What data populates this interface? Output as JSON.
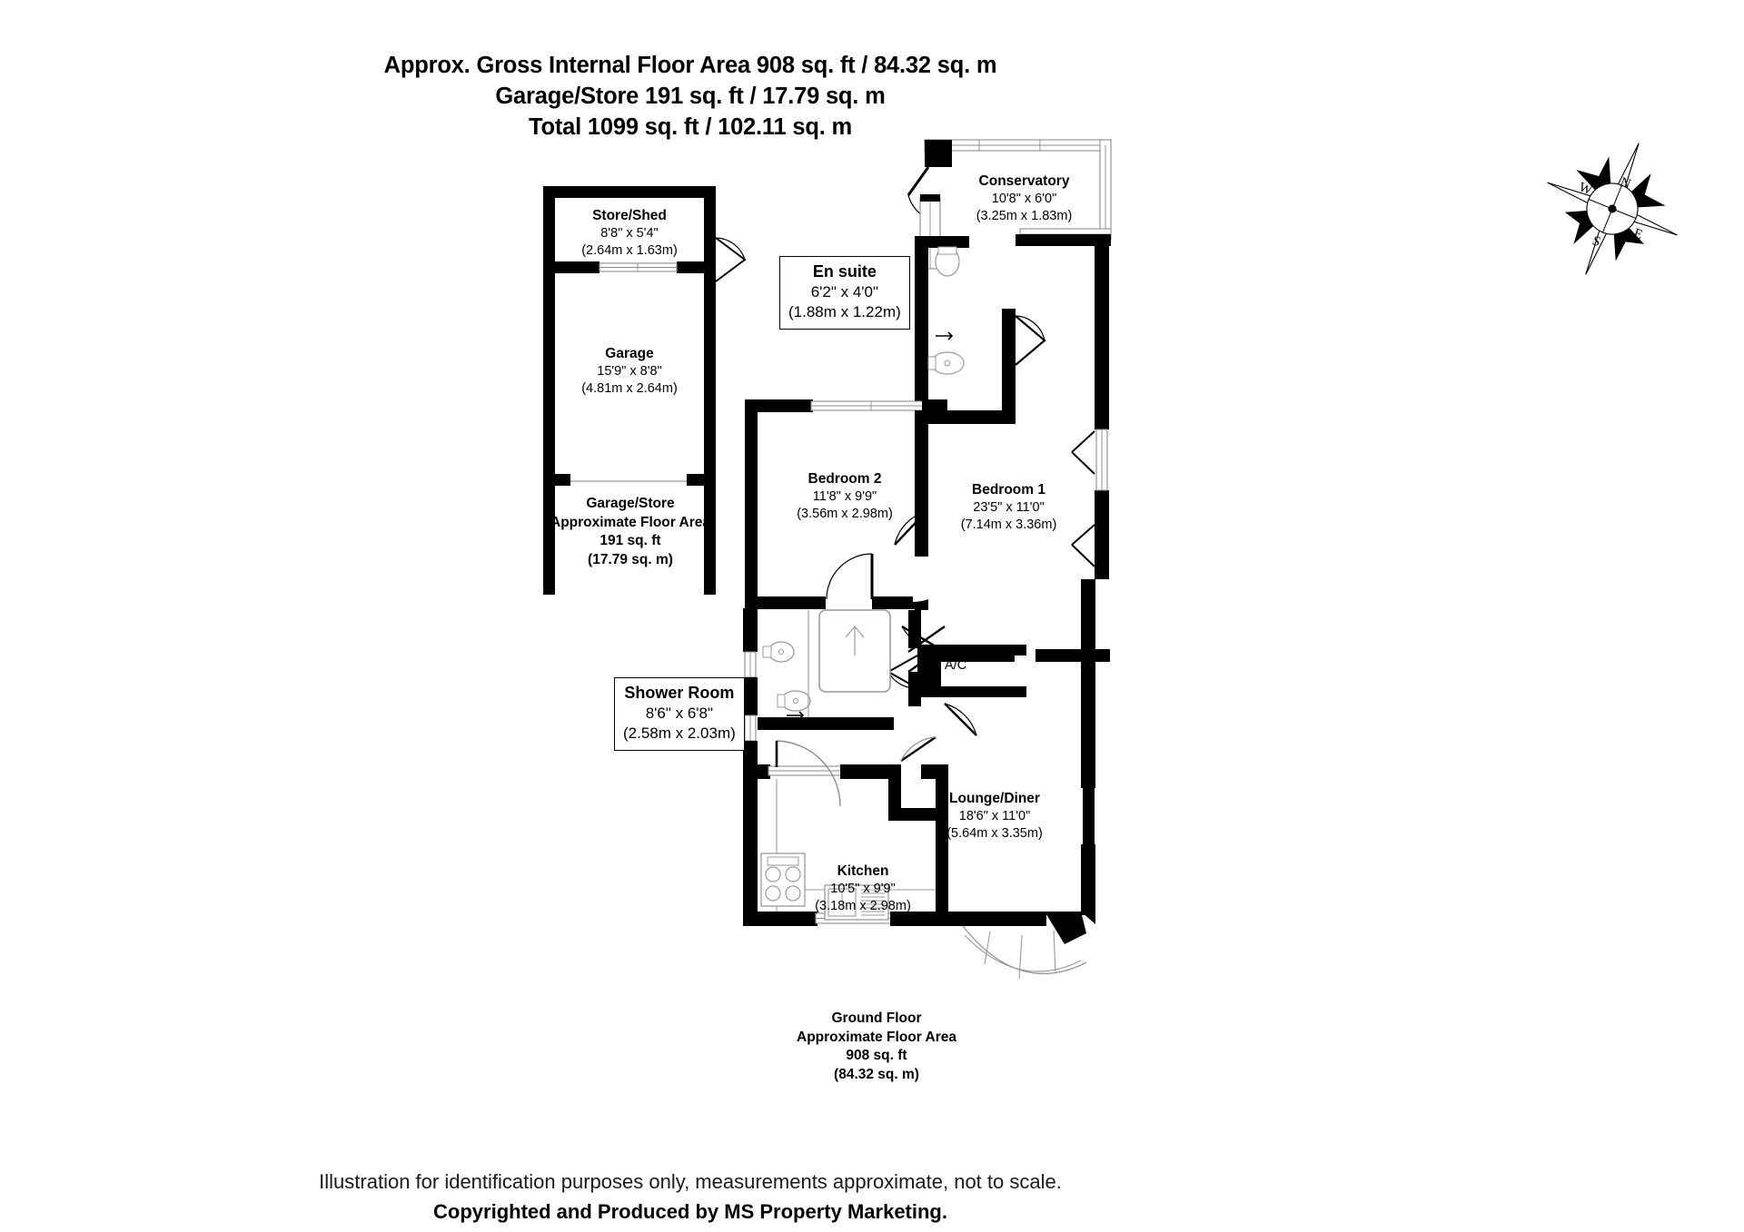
{
  "document": {
    "type": "floor-plan",
    "header": {
      "line1": "Approx. Gross Internal Floor Area 908 sq. ft / 84.32 sq. m",
      "line2": "Garage/Store 191 sq. ft / 17.79 sq. m",
      "line3": "Total 1099 sq. ft / 102.11 sq. m"
    },
    "footer": {
      "line1": "Illustration for identification purposes only, measurements approximate, not to scale.",
      "line2": "Copyrighted  and Produced by MS Property Marketing."
    }
  },
  "compass": {
    "north": "N",
    "east": "E",
    "south": "S",
    "west": "W"
  },
  "areas": {
    "garage_store": {
      "line1": "Garage/Store",
      "line2": "Approximate Floor Area",
      "line3": "191 sq. ft",
      "line4": "(17.79 sq. m)"
    },
    "ground_floor": {
      "line1": "Ground Floor",
      "line2": "Approximate Floor Area",
      "line3": "908 sq. ft",
      "line4": "(84.32 sq. m)"
    }
  },
  "rooms": [
    {
      "id": "store-shed",
      "name": "Store/Shed",
      "dim_imperial": "8'8\" x 5'4\"",
      "dim_metric": "(2.64m x 1.63m)",
      "boxed": false
    },
    {
      "id": "garage",
      "name": "Garage",
      "dim_imperial": "15'9\" x 8'8\"",
      "dim_metric": "(4.81m x 2.64m)",
      "boxed": false
    },
    {
      "id": "conservatory",
      "name": "Conservatory",
      "dim_imperial": "10'8\" x 6'0\"",
      "dim_metric": "(3.25m x 1.83m)",
      "boxed": false
    },
    {
      "id": "en-suite",
      "name": "En suite",
      "dim_imperial": "6'2\" x 4'0\"",
      "dim_metric": "(1.88m x 1.22m)",
      "boxed": true
    },
    {
      "id": "bedroom-2",
      "name": "Bedroom 2",
      "dim_imperial": "11'8\" x 9'9\"",
      "dim_metric": "(3.56m x 2.98m)",
      "boxed": false
    },
    {
      "id": "bedroom-1",
      "name": "Bedroom 1",
      "dim_imperial": "23'5\" x 11'0\"",
      "dim_metric": "(7.14m x 3.36m)",
      "boxed": false
    },
    {
      "id": "shower-room",
      "name": "Shower Room",
      "dim_imperial": "8'6\" x 6'8\"",
      "dim_metric": "(2.58m x 2.03m)",
      "boxed": true
    },
    {
      "id": "lounge-diner",
      "name": "Lounge/Diner",
      "dim_imperial": "18'6\" x 11'0\"",
      "dim_metric": "(5.64m x 3.35m)",
      "boxed": false
    },
    {
      "id": "kitchen",
      "name": "Kitchen",
      "dim_imperial": "10'5\" x 9'9\"",
      "dim_metric": "(3.18m x 2.98m)",
      "boxed": false
    }
  ],
  "annotations": {
    "ac_cupboard": "A/C"
  },
  "colors": {
    "wall": "#000000",
    "background": "#ffffff",
    "thin_line": "#808080",
    "fixture_outline": "#9a9a9a"
  }
}
